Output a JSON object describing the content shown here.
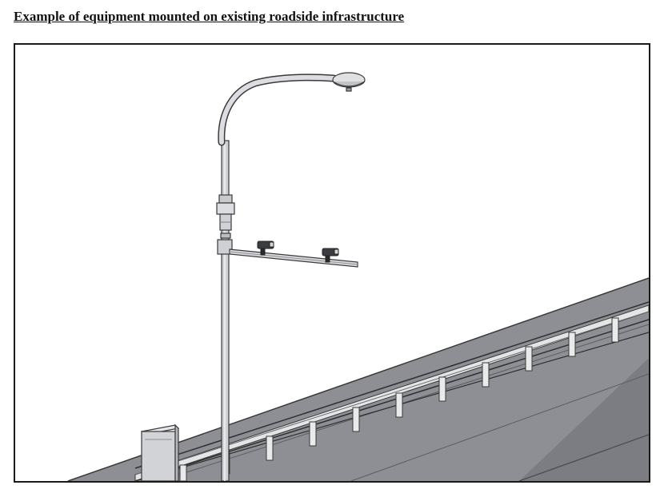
{
  "caption": "Example of equipment mounted on existing roadside infrastructure",
  "figure": {
    "components": [
      "street-light-pole",
      "luminaire",
      "pole-mounted-enclosure",
      "camera-crossarm",
      "camera-1",
      "camera-2",
      "ground-cabinet",
      "road-deck",
      "guardrail"
    ],
    "colors": {
      "road": "#8e8f94",
      "road_face": "#6f7076",
      "pole": "#cfd1d4",
      "guardrail": "#e4e5e7",
      "outline": "#3a3a3a"
    }
  }
}
